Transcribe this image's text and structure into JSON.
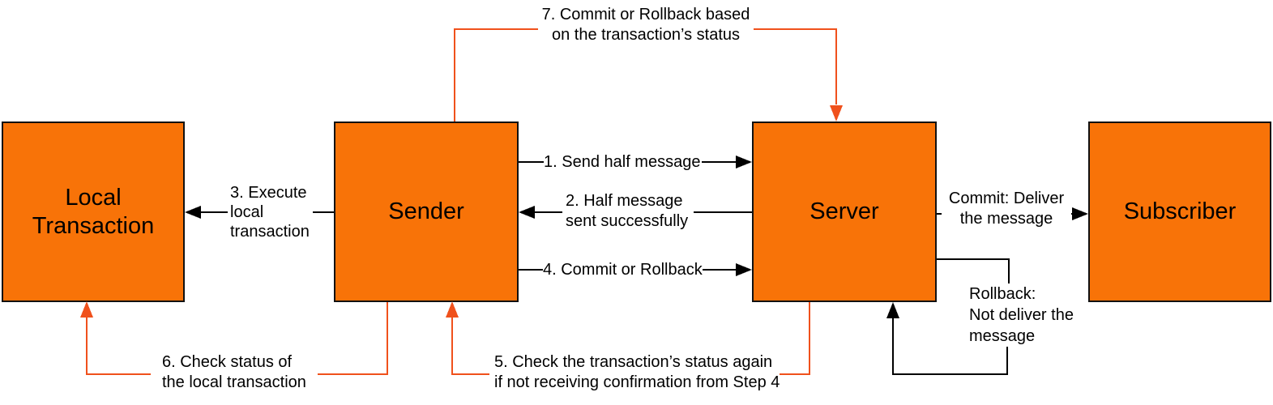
{
  "colors": {
    "background": "#FFFFFF",
    "node_fill": "#F87308",
    "node_border": "#111111",
    "flow_black": "#000000",
    "flow_orange": "#F0511C",
    "text": "#000000"
  },
  "nodes": [
    {
      "id": "local-transaction",
      "label": "Local\nTransaction"
    },
    {
      "id": "sender",
      "label": "Sender"
    },
    {
      "id": "server",
      "label": "Server"
    },
    {
      "id": "subscriber",
      "label": "Subscriber"
    }
  ],
  "flows": [
    {
      "step": "1",
      "label": "1. Send half message",
      "from": "Sender",
      "to": "Server",
      "color": "black"
    },
    {
      "step": "2",
      "label": "2. Half message\nsent successfully",
      "from": "Server",
      "to": "Sender",
      "color": "black"
    },
    {
      "step": "3",
      "label": "3. Execute\nlocal\ntransaction",
      "from": "Sender",
      "to": "Local Transaction",
      "color": "black"
    },
    {
      "step": "4",
      "label": "4. Commit or Rollback",
      "from": "Sender",
      "to": "Server",
      "color": "black"
    },
    {
      "step": "5",
      "label": "5. Check the transaction’s status again\nif not receiving confirmation from Step 4",
      "from": "Server",
      "to": "Sender",
      "color": "orange"
    },
    {
      "step": "6",
      "label": "6. Check status of\nthe local transaction",
      "from": "Sender",
      "to": "Local Transaction",
      "color": "orange"
    },
    {
      "step": "7",
      "label": "7. Commit or Rollback based\non the transaction’s status",
      "from": "Sender",
      "to": "Server",
      "color": "orange"
    },
    {
      "step": "commit",
      "label": "Commit: Deliver\nthe message",
      "from": "Server",
      "to": "Subscriber",
      "color": "black"
    },
    {
      "step": "rollback",
      "label": "Rollback:\nNot deliver the\nmessage",
      "from": "Server",
      "to": "Server",
      "color": "black"
    }
  ]
}
